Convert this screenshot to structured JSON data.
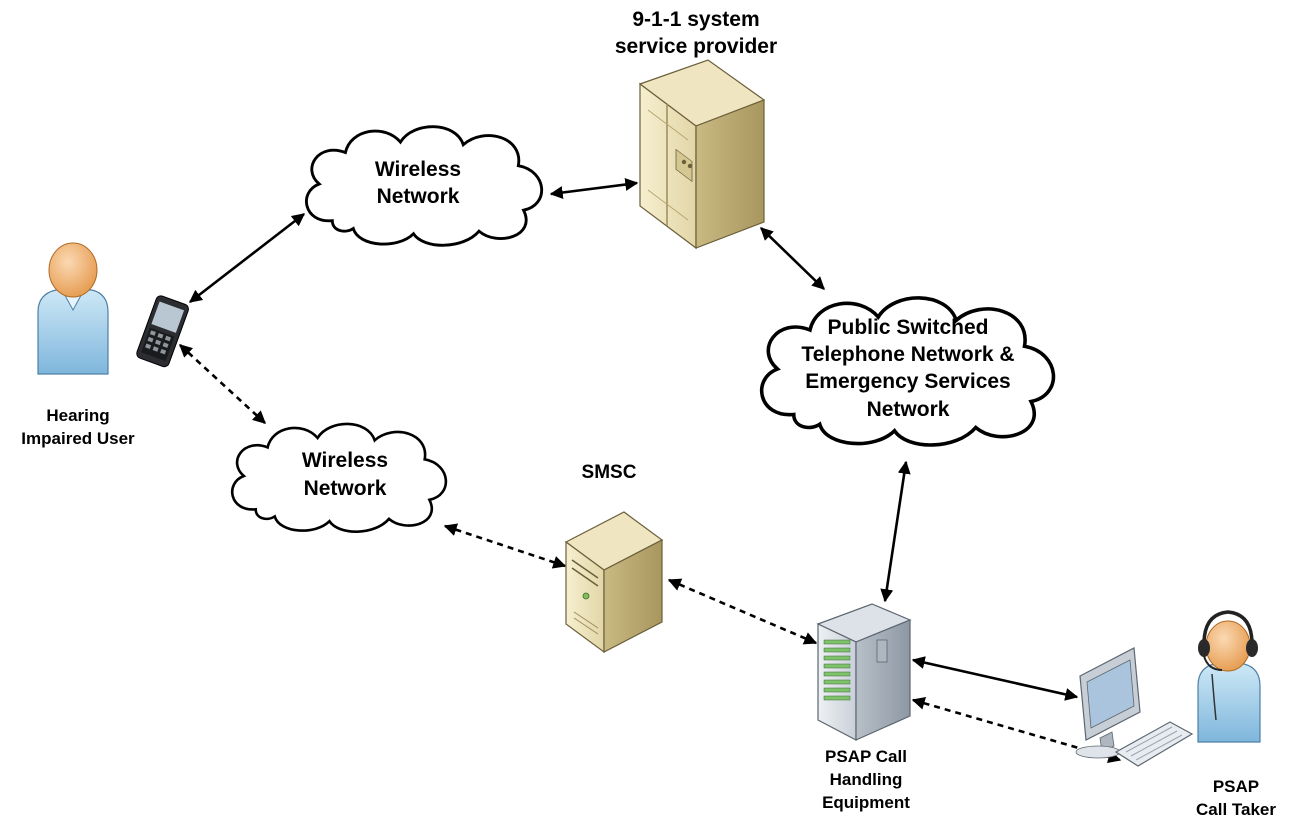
{
  "nodes": {
    "service_provider": {
      "label_lines": [
        "9-1-1 system",
        "service provider"
      ],
      "icon": "server-tower-icon"
    },
    "wireless_top": {
      "label_lines": [
        "Wireless",
        "Network"
      ],
      "icon": "cloud-icon"
    },
    "pstn": {
      "label_lines": [
        "Public Switched",
        "Telephone Network &",
        "Emergency Services",
        "Network"
      ],
      "icon": "cloud-icon"
    },
    "wireless_bottom": {
      "label_lines": [
        "Wireless",
        "Network"
      ],
      "icon": "cloud-icon"
    },
    "smsc": {
      "label_lines": [
        "SMSC"
      ],
      "icon": "server-icon"
    },
    "user": {
      "label_lines": [
        "Hearing",
        "Impaired User"
      ],
      "icon": "person-icon"
    },
    "phone": {
      "label_lines": [],
      "icon": "smartphone-icon"
    },
    "psap_equipment": {
      "label_lines": [
        "PSAP Call",
        "Handling",
        "Equipment"
      ],
      "icon": "rack-server-icon"
    },
    "call_taker": {
      "label_lines": [
        "PSAP",
        "Call Taker"
      ],
      "icon": "headset-person-icon"
    },
    "workstation": {
      "label_lines": [],
      "icon": "computer-monitor-icon"
    }
  },
  "connections": [
    {
      "from": "phone",
      "to": "wireless_top",
      "style": "solid"
    },
    {
      "from": "wireless_top",
      "to": "service_provider",
      "style": "solid"
    },
    {
      "from": "service_provider",
      "to": "pstn",
      "style": "solid"
    },
    {
      "from": "pstn",
      "to": "psap_equipment",
      "style": "solid"
    },
    {
      "from": "psap_equipment",
      "to": "workstation",
      "style": "solid"
    },
    {
      "from": "phone",
      "to": "wireless_bottom",
      "style": "dashed"
    },
    {
      "from": "wireless_bottom",
      "to": "smsc",
      "style": "dashed"
    },
    {
      "from": "smsc",
      "to": "psap_equipment",
      "style": "dashed"
    },
    {
      "from": "psap_equipment",
      "to": "workstation",
      "style": "dashed"
    }
  ]
}
